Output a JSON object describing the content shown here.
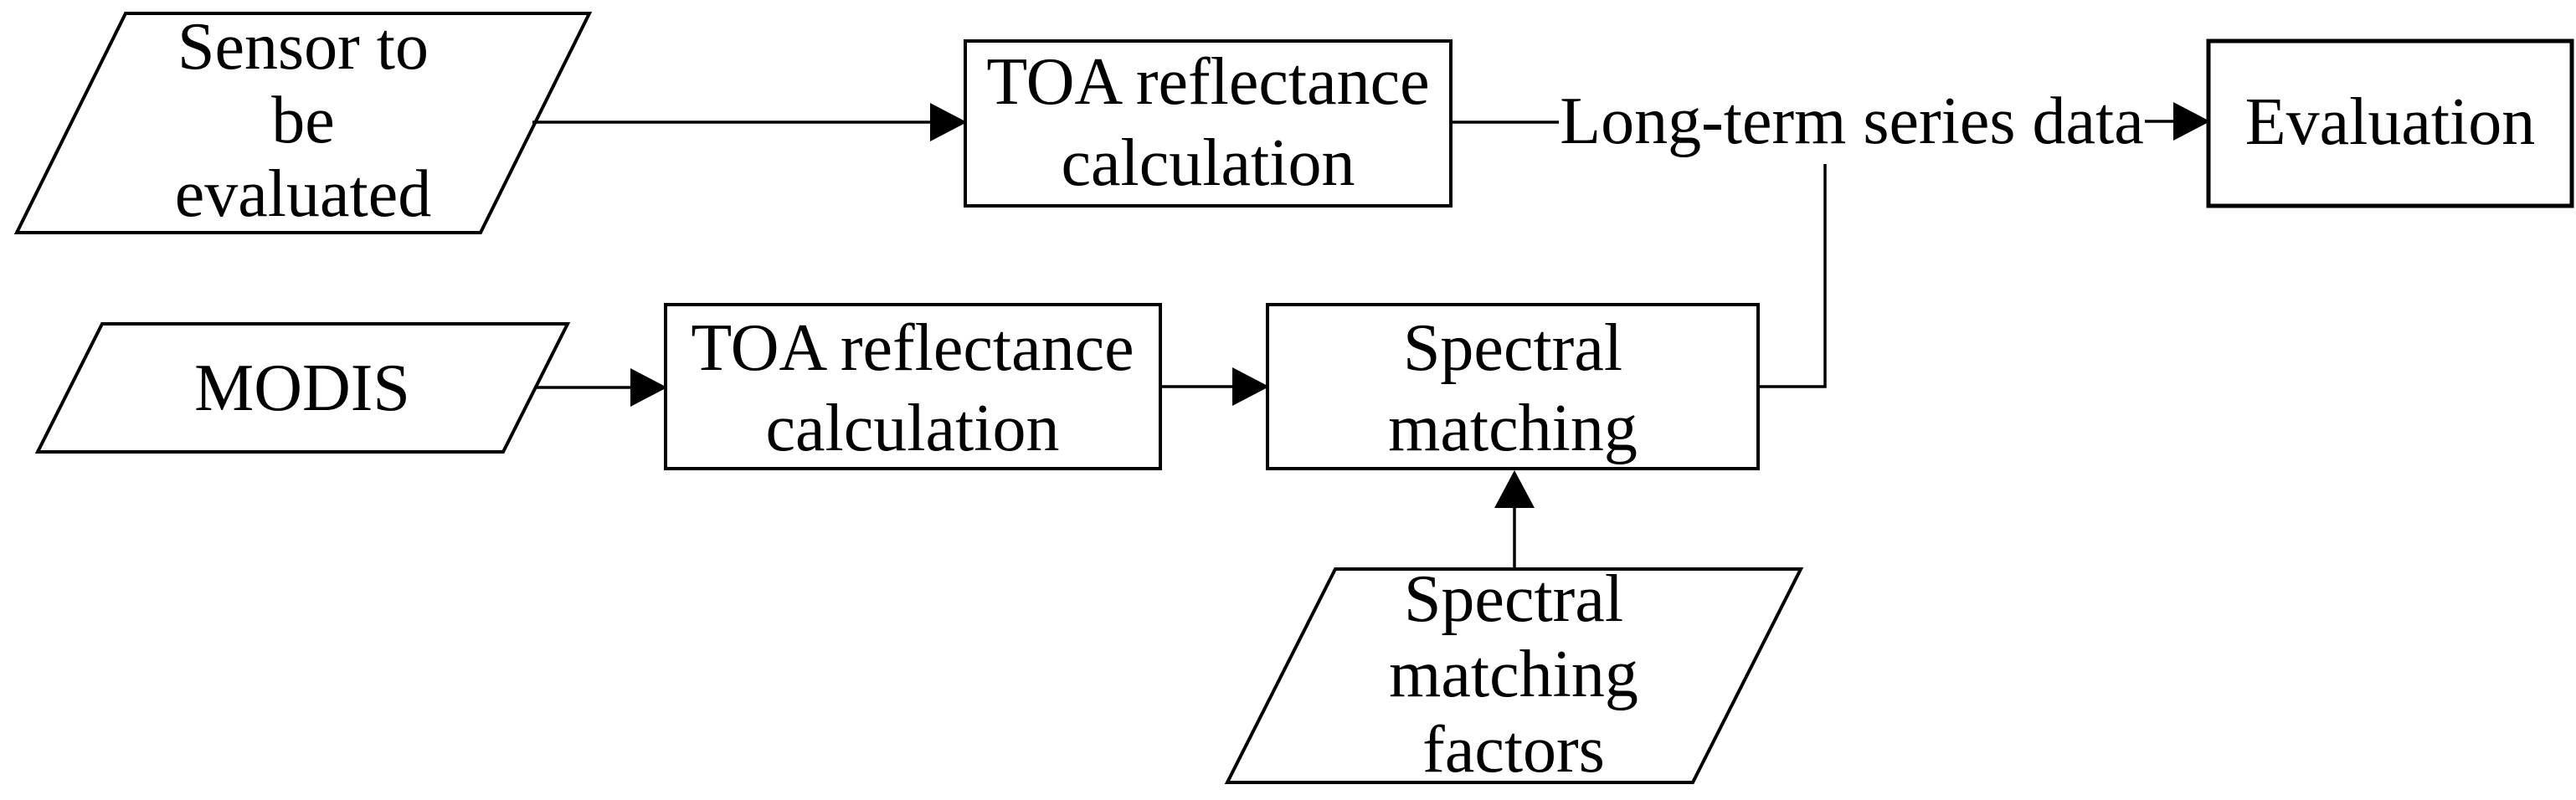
{
  "colors": {
    "ink": "#000000",
    "paper": "#ffffff"
  },
  "figure": {
    "type": "flowchart",
    "nodes": {
      "sensor": {
        "shape": "parallelogram",
        "role": "data-input",
        "lines": [
          "Sensor to",
          "be",
          "evaluated"
        ]
      },
      "toa_top": {
        "shape": "process-rectangle",
        "lines": [
          "TOA reflectance",
          "calculation"
        ]
      },
      "evaluation": {
        "shape": "process-rectangle",
        "lines": [
          "Evaluation"
        ]
      },
      "modis": {
        "shape": "parallelogram",
        "role": "data-input",
        "lines": [
          "MODIS"
        ]
      },
      "toa_mid": {
        "shape": "process-rectangle",
        "lines": [
          "TOA reflectance",
          "calculation"
        ]
      },
      "spectral_matching": {
        "shape": "process-rectangle",
        "lines": [
          "Spectral",
          "matching"
        ]
      },
      "spectral_factors": {
        "shape": "parallelogram",
        "role": "data-input",
        "lines": [
          "Spectral",
          "matching",
          "factors"
        ]
      }
    },
    "edge_labels": {
      "long_term_series": "Long-term series data"
    }
  }
}
